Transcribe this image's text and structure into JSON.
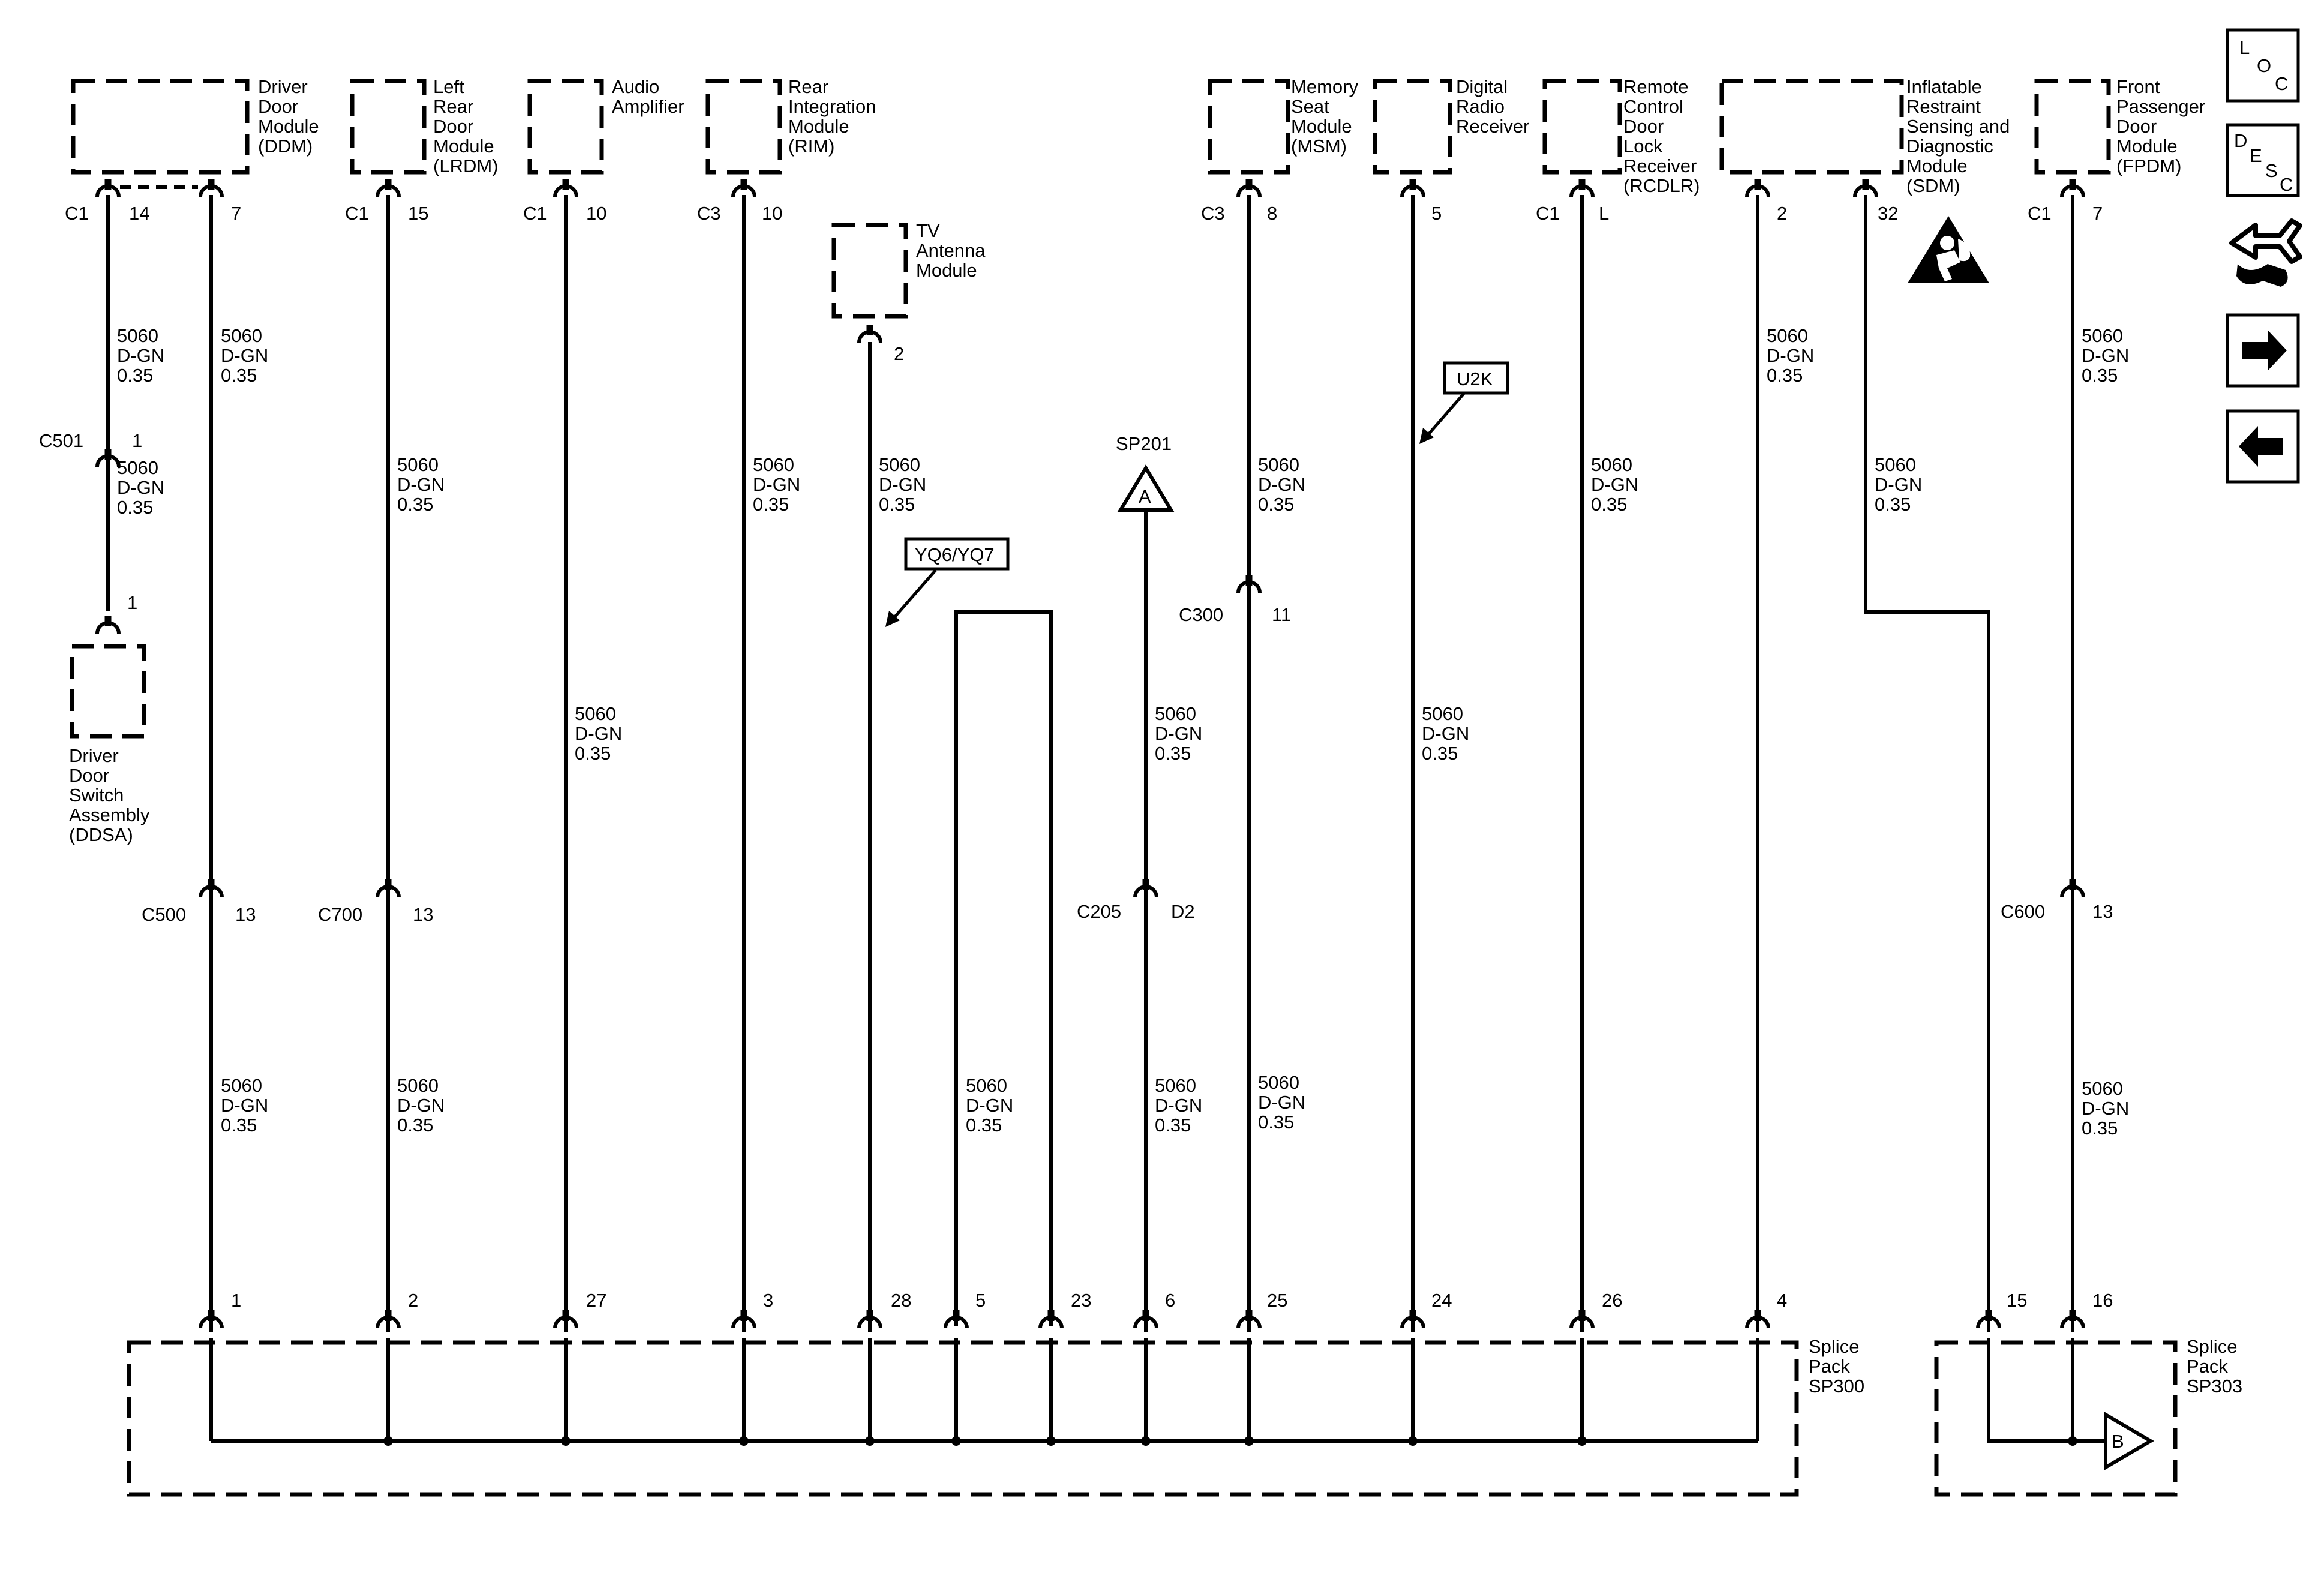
{
  "modules": {
    "ddm": [
      "Driver",
      "Door",
      "Module",
      "(DDM)"
    ],
    "lrdm": [
      "Left",
      "Rear",
      "Door",
      "Module",
      "(LRDM)"
    ],
    "amp": [
      "Audio",
      "Amplifier"
    ],
    "rim": [
      "Rear",
      "Integration",
      "Module",
      "(RIM)"
    ],
    "tv": [
      "TV",
      "Antenna",
      "Module"
    ],
    "msm": [
      "Memory",
      "Seat",
      "Module",
      "(MSM)"
    ],
    "drr": [
      "Digital",
      "Radio",
      "Receiver"
    ],
    "rcdlr": [
      "Remote",
      "Control",
      "Door",
      "Lock",
      "Receiver",
      "(RCDLR)"
    ],
    "sdm": [
      "Inflatable",
      "Restraint",
      "Sensing and",
      "Diagnostic",
      "Module",
      "(SDM)"
    ],
    "fpdm": [
      "Front",
      "Passenger",
      "Door",
      "Module",
      "(FPDM)"
    ],
    "ddsa": [
      "Driver",
      "Door",
      "Switch",
      "Assembly",
      "(DDSA)"
    ]
  },
  "wire": {
    "line1": "5060",
    "line2": "D-GN",
    "line3": "0.35"
  },
  "connectors": {
    "c1": "C1",
    "c3": "C3",
    "c501": "C501",
    "c500": "C500",
    "c700": "C700",
    "c205": "C205",
    "c300": "C300",
    "c600": "C600"
  },
  "pins": {
    "ddm_a": "14",
    "ddm_b": "7",
    "lrdm": "15",
    "amp": "10",
    "rim": "10",
    "tv": "2",
    "msm": "8",
    "drr": "5",
    "rcdlr": "L",
    "sdm_a": "2",
    "sdm_b": "32",
    "fpdm": "7",
    "c501_top": "1",
    "c501_bot": "1",
    "c500": "13",
    "c700": "13",
    "c205": "D2",
    "c300": "11",
    "c600": "13"
  },
  "splice_pins": [
    "1",
    "2",
    "27",
    "3",
    "28",
    "5",
    "23",
    "6",
    "25",
    "24",
    "26",
    "4"
  ],
  "splice_pins_303": [
    "15",
    "16"
  ],
  "splices": {
    "sp300": [
      "Splice",
      "Pack",
      "SP300"
    ],
    "sp303": [
      "Splice",
      "Pack",
      "SP303"
    ],
    "sp201": "SP201",
    "sp201_letter": "A",
    "sp303_letter": "B"
  },
  "options": {
    "yq": "YQ6/YQ7",
    "u2k": "U2K"
  },
  "nav": {
    "loc": [
      "L",
      "O",
      "C"
    ],
    "desc": [
      "D",
      "E",
      "S",
      "C"
    ]
  }
}
